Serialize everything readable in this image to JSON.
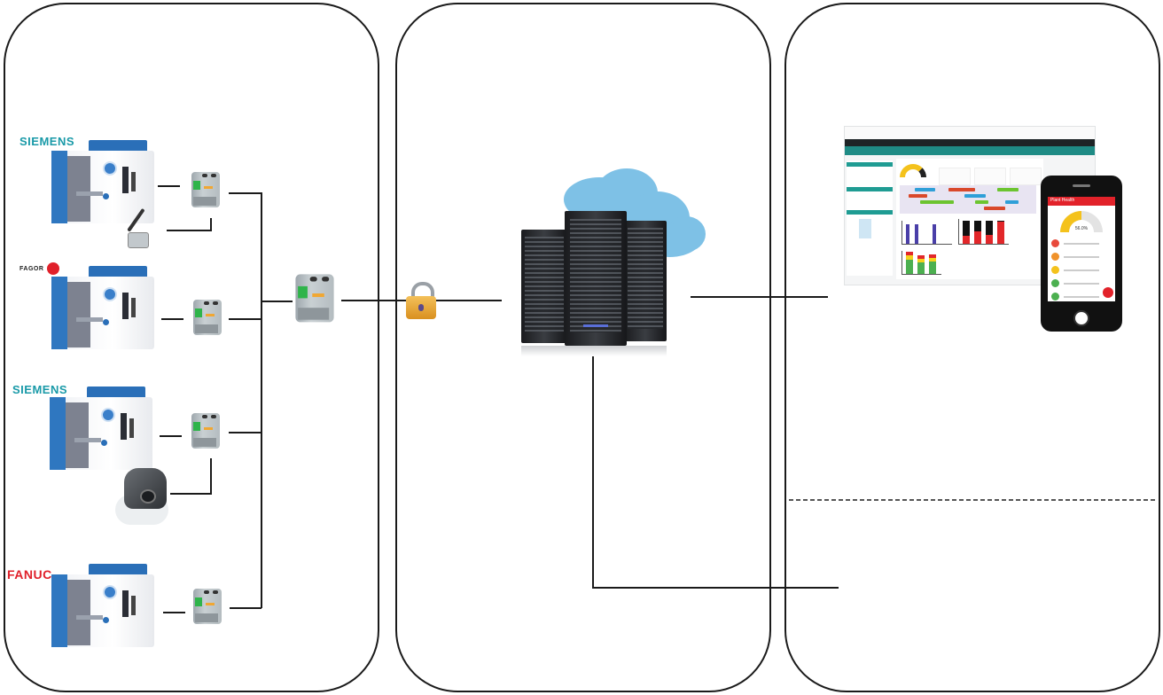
{
  "diagram": {
    "title": "",
    "panels": [
      {
        "id": "shop-floor",
        "label": ""
      },
      {
        "id": "server-cloud",
        "label": ""
      },
      {
        "id": "client-apps",
        "label": ""
      }
    ],
    "machines": [
      {
        "brand": "SIEMENS",
        "brand_color": "#1a9aa8",
        "accessory": "proximity-sensor"
      },
      {
        "brand": "FAGOR",
        "brand_color": "#e0202a",
        "accessory": null
      },
      {
        "brand": "SIEMENS",
        "brand_color": "#1a9aa8",
        "accessory": "rotary-encoder"
      },
      {
        "brand": "FANUC",
        "brand_color": "#e0202a",
        "accessory": null
      }
    ],
    "nodes": {
      "edge_gateways": 4,
      "aggregator_gateway": "central-gateway",
      "security": "padlock-encryption",
      "server": "cloud-server-racks",
      "web_dashboard": "desktop-dashboard",
      "mobile_app": "smartphone-app"
    },
    "mobile": {
      "header": "Plant Health",
      "gauge_value": "56.0%",
      "gauge_fraction": 0.5,
      "status_rows": [
        {
          "color": "#e84a3c"
        },
        {
          "color": "#f0922b"
        },
        {
          "color": "#f4c21c"
        },
        {
          "color": "#4cb050"
        },
        {
          "color": "#4cb050"
        }
      ]
    },
    "dashboard": {
      "accent": "#1f8b85",
      "kpis": [
        "",
        "",
        ""
      ],
      "charts": {
        "gauge": {
          "fill": 0.7,
          "color": "#f4c21c"
        },
        "gantt_rows": [
          [
            {
              "start": 0.1,
              "len": 0.15,
              "color": "#2f9fd8"
            },
            {
              "start": 0.35,
              "len": 0.2,
              "color": "#d9482b"
            },
            {
              "start": 0.72,
              "len": 0.16,
              "color": "#6cc430"
            }
          ],
          [
            {
              "start": 0.05,
              "len": 0.14,
              "color": "#d9482b"
            },
            {
              "start": 0.47,
              "len": 0.16,
              "color": "#2f9fd8"
            }
          ],
          [
            {
              "start": 0.14,
              "len": 0.25,
              "color": "#6cc430"
            },
            {
              "start": 0.55,
              "len": 0.1,
              "color": "#6cc430"
            },
            {
              "start": 0.78,
              "len": 0.1,
              "color": "#2f9fd8"
            }
          ],
          [
            {
              "start": 0.62,
              "len": 0.16,
              "color": "#d9482b"
            }
          ]
        ],
        "bar_purple": [
          0.9,
          0.9,
          0.0,
          0.9
        ],
        "stacked_red_black": [
          [
            0.35,
            0.65
          ],
          [
            0.55,
            0.45
          ],
          [
            0.4,
            0.6
          ],
          [
            0.95,
            0.05
          ]
        ],
        "stacked_status": [
          [
            0.6,
            0.2,
            0.15
          ],
          [
            0.5,
            0.15,
            0.15
          ],
          [
            0.55,
            0.15,
            0.15
          ]
        ]
      }
    },
    "colors": {
      "line": "#1a1a1a",
      "divider": "#555555"
    }
  }
}
